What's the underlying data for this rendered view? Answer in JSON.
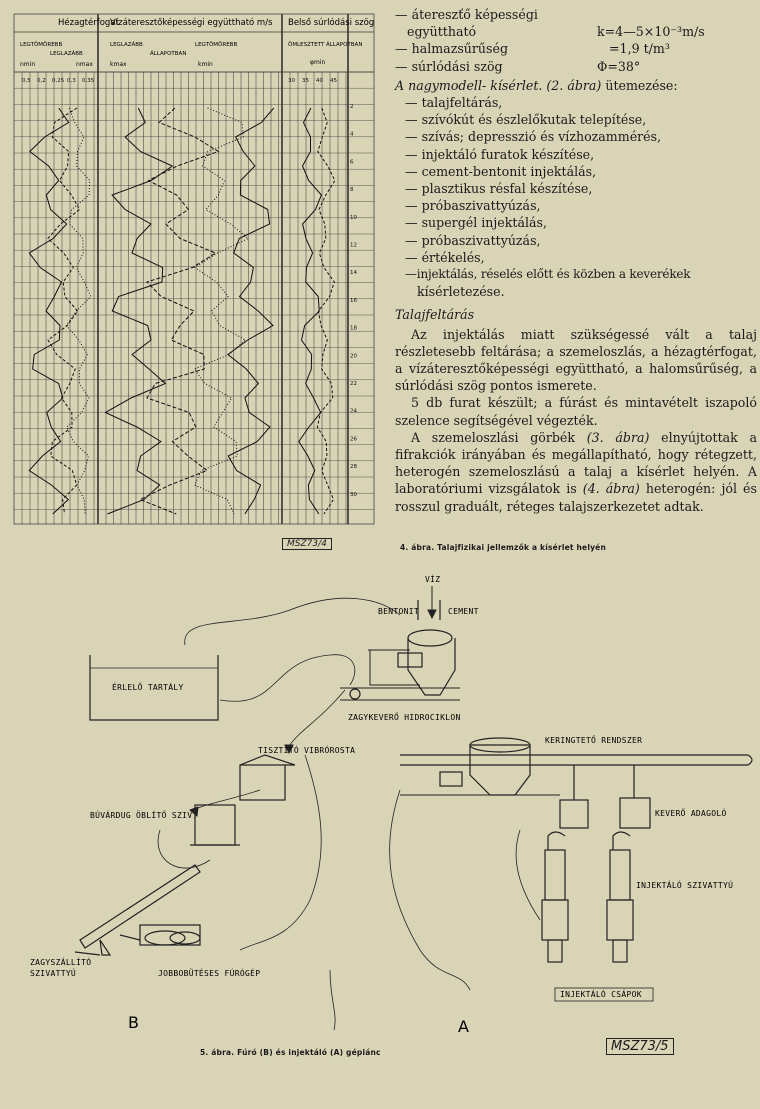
{
  "chart": {
    "columns": [
      {
        "title": "Hézagtérfogat",
        "sub_left": "LEGTÖMÖREBB",
        "sub_right": "LEGLAZÁBB",
        "k_left": "nmin",
        "k_right": "nmax",
        "ticks": [
          "0,5",
          "0,2",
          "0,25",
          "0,3",
          "0,35"
        ]
      },
      {
        "title": "Vízáteresztőképességi együttható  m/s",
        "sub_left": "LEGLAZÁBB",
        "sub_right": "LEGTÖMÖREBB",
        "mid": "ÁLLAPOTBAN",
        "k_left": "kmax",
        "k_right": "kmin"
      },
      {
        "title": "Belső súrlódási szög",
        "sub_left": "ÖMLESZTETT",
        "sub_right": "ÁLLAPOTBAN",
        "k_left": "φmin",
        "ticks": [
          "30",
          "35",
          "40",
          "45"
        ]
      }
    ],
    "depth_ticks": [
      "2",
      "4",
      "6",
      "8",
      "10",
      "12",
      "14",
      "16",
      "18",
      "20",
      "22",
      "24",
      "26",
      "28",
      "30"
    ],
    "stamp": "MSZ73/4",
    "caption": "4. ábra. Talajfizikai jellemzők a kísérlet helyén"
  },
  "text": {
    "props": [
      {
        "name": "— átereszťő képességi",
        "value": ""
      },
      {
        "name": "   együttható",
        "value": "k=4—5×10⁻³m/s"
      },
      {
        "name": "— halmazsűrűség",
        "value": "   =1,9 t/m³"
      },
      {
        "name": "— súrlódási szög",
        "value": "Φ=38°"
      }
    ],
    "schedule_intro_a": "A nagymodell- kísérlet. (2. ábra)",
    "schedule_intro_b": "ütemezése:",
    "schedule": [
      "— talajfeltárás,",
      "— szívókút és észlelőkutak telepítése,",
      "— szívás; depresszió és vízhozammérés,",
      "— injektáló furatok készítése,",
      "— cement-bentonit injektálás,",
      "— plasztikus résfal készítése,",
      "— próbaszivattyúzás,",
      "— supergél injektálás,",
      "— próbaszivattyúzás,",
      "— értékelés,",
      "—injektálás, réselés előtt és közben a keverékek",
      "   kísérletezése."
    ],
    "subheading": "Talajfeltárás",
    "p1": "Az injektálás miatt szükségessé vált a talaj részletesebb feltárása; a szemeloszlás, a hézagtérfogat, a vízáteresztőképességi együttható, a halomsűrűség, a súrlódási szög pontos ismerete.",
    "p2": "5 db furat készült; a fúrást és mintavételt iszapoló szelence segítségével végezték.",
    "p3_a": "A szemeloszlási görbék",
    "p3_ref": "(3. ábra)",
    "p3_b": "elnyújtottak a fifrakciók irányában és megállapítható, hogy rétegzett, heterogén szemeloszlású a talaj a kísérlet helyén. A laboratóriumi vizsgálatok is",
    "p3_ref2": "(4. ábra)",
    "p3_c": "heterogén: jól és rosszul graduált, réteges talajszerkezetet adtak."
  },
  "diagram": {
    "labels": {
      "viz": "VÍZ",
      "bentonit": "BENTONIT",
      "cement": "CEMENT",
      "erlelo": "ÉRLELŐ TARTÁLY",
      "zagykevero": "ZAGYKEVERŐ HIDROCIKLON",
      "keringteto": "KERINGTETŐ RENDSZER",
      "tisztito": "TISZTÍTÓ VIBRÓROSTA",
      "buvardug": "BÚVÁRDUG ÖBLÍTŐ SZIV.",
      "kevero": "KEVERŐ ADAGOLÓ",
      "injektalo_sz": "INJEKTÁLÓ SZIVATTYÚ",
      "zagyszallito1": "ZAGYSZÁLLÍTÓ",
      "zagyszallito2": "SZIVATTYÚ",
      "furogep": "JOBBOBÜTÉSES FÚRÓGÉP",
      "csapok": "INJEKTÁLÓ CSÁPOK",
      "b": "B",
      "a": "A"
    },
    "caption": "5. ábra. Fúró (B) és injektáló (A) géplánc",
    "stamp": "MSZ73/5"
  }
}
